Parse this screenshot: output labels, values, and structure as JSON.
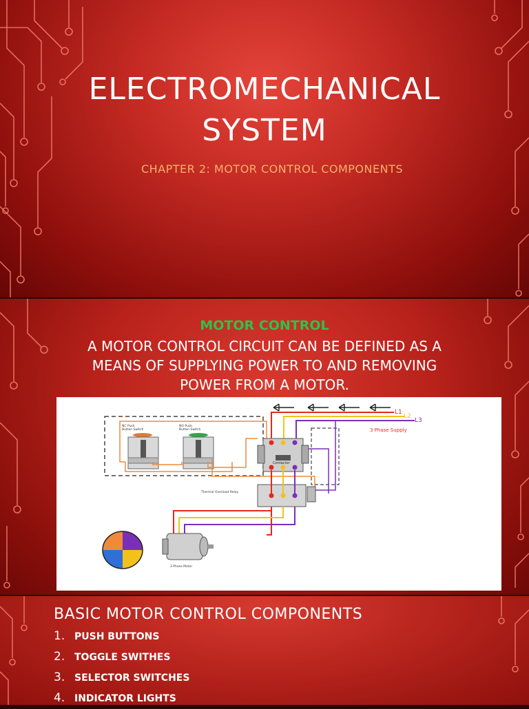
{
  "slide1": {
    "title_line1": "ELECTROMECHANICAL",
    "title_line2": "SYSTEM",
    "subtitle": "CHAPTER 2: MOTOR CONTROL COMPONENTS"
  },
  "slide2": {
    "heading": "MOTOR CONTROL",
    "definition": "A MOTOR CONTROL CIRCUIT CAN BE DEFINED AS A MEANS OF SUPPLYING POWER TO AND REMOVING POWER FROM A MOTOR.",
    "diagram": {
      "nc_label_1": "NC Push",
      "nc_label_2": "Button Switch",
      "no_label_1": "NO Push",
      "no_label_2": "Button Switch",
      "l1": "L1",
      "l2": "L2",
      "l3": "L3",
      "supply": "3 Phase Supply",
      "contactor": "Contactor",
      "overload": "Thermal Overload Relay",
      "motor": "3 Phase Motor",
      "colors": {
        "l1": "#e8261c",
        "l2": "#f2c21b",
        "l3": "#7b2fb8",
        "control": "#f08a3a",
        "enclosure": "#444444"
      }
    }
  },
  "slide3": {
    "heading": "BASIC MOTOR CONTROL COMPONENTS",
    "items": [
      {
        "num": "1.",
        "label": "PUSH BUTTONS"
      },
      {
        "num": "2.",
        "label": "TOGGLE SWITHES"
      },
      {
        "num": "3.",
        "label": "SELECTOR SWITCHES"
      },
      {
        "num": "4.",
        "label": "INDICATOR LIGHTS"
      }
    ]
  },
  "theme": {
    "background": "#c42a23",
    "accent_subtitle": "#f6b16b",
    "accent_heading": "#2ec24a",
    "circuit_lines": "#f07a6c"
  }
}
